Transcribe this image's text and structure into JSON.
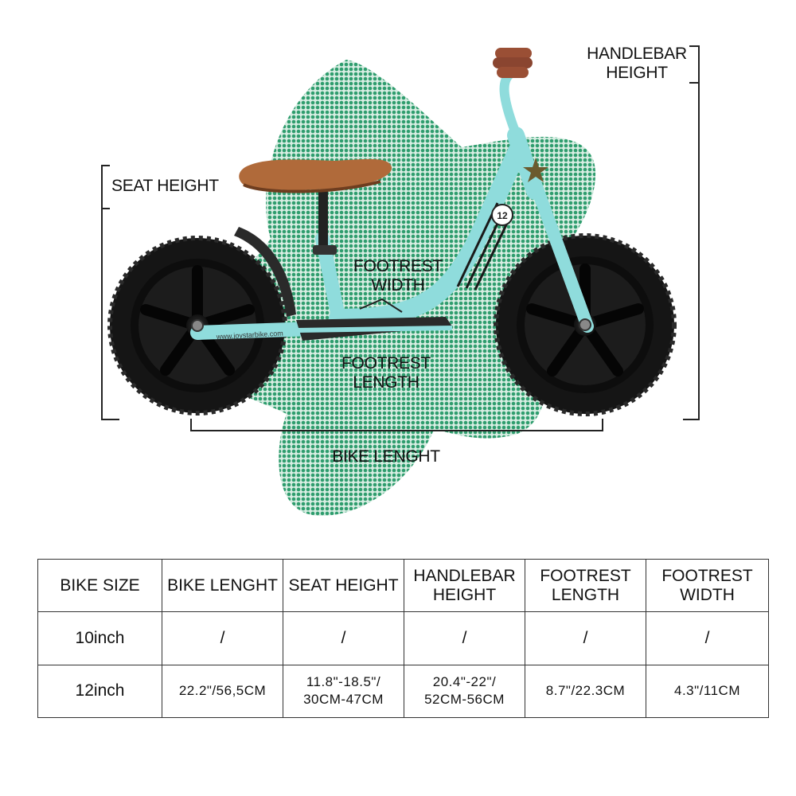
{
  "diagram": {
    "labels": {
      "handlebar_height": [
        "HANDLEBAR",
        "HEIGHT"
      ],
      "seat_height": "SEAT HEIGHT",
      "footrest_width": [
        "FOOTREST",
        "WIDTH"
      ],
      "footrest_length": [
        "FOOTREST",
        "LENGTH"
      ],
      "bike_length": "BIKE LENGHT"
    },
    "frame_badge": "12",
    "brand_text": "www.joystarbike.com",
    "colors": {
      "star_dots": "#2f9d6e",
      "frame": "#8fdcdc",
      "seat": "#b06a3a",
      "tire": "#151515",
      "grip": "#9a4f35"
    }
  },
  "table": {
    "headers": [
      [
        "BIKE SIZE"
      ],
      [
        "BIKE LENGHT"
      ],
      [
        "SEAT HEIGHT"
      ],
      [
        "HANDLEBAR",
        "HEIGHT"
      ],
      [
        "FOOTREST",
        "LENGTH"
      ],
      [
        "FOOTREST",
        "WIDTH"
      ]
    ],
    "rows": [
      {
        "size": "10inch",
        "bike_length": [
          "/"
        ],
        "seat_height": [
          "/"
        ],
        "handlebar_height": [
          "/"
        ],
        "footrest_length": [
          "/"
        ],
        "footrest_width": [
          "/"
        ]
      },
      {
        "size": "12inch",
        "bike_length": [
          "22.2\"/56,5CM"
        ],
        "seat_height": [
          "11.8\"-18.5\"/",
          "30CM-47CM"
        ],
        "handlebar_height": [
          "20.4\"-22\"/",
          "52CM-56CM"
        ],
        "footrest_length": [
          "8.7\"/22.3CM"
        ],
        "footrest_width": [
          "4.3\"/11CM"
        ]
      }
    ]
  }
}
